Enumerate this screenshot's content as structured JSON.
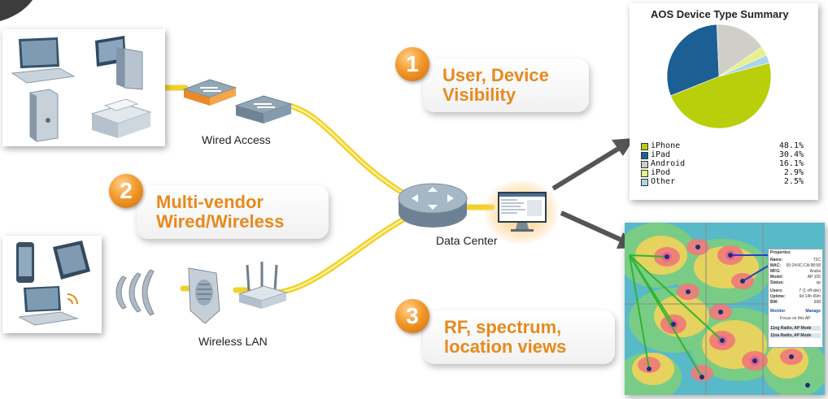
{
  "labels": {
    "wired_access": "Wired Access",
    "wireless_lan": "Wireless LAN",
    "data_center": "Data Center"
  },
  "callouts": [
    {
      "number": "1",
      "line1": "User, Device",
      "line2": "Visibility"
    },
    {
      "number": "2",
      "line1": "Multi-vendor",
      "line2": "Wired/Wireless"
    },
    {
      "number": "3",
      "line1": "RF, spectrum,",
      "line2": "location views"
    }
  ],
  "colors": {
    "link": "#f2d12a",
    "callout_text": "#e8891d",
    "arrow": "#555555"
  },
  "icons": [
    "laptop-icon",
    "desktop-tower-icon",
    "server-icon",
    "printer-icon",
    "switch-icon",
    "router-icon",
    "monitor-icon",
    "smartphone-icon",
    "tablet-icon",
    "access-point-icon",
    "wireless-router-icon",
    "signal-waves-icon"
  ],
  "chart_data": {
    "type": "pie",
    "title": "AOS Device Type Summary",
    "categories": [
      "iPhone",
      "iPad",
      "Android",
      "iPod",
      "Other"
    ],
    "values": [
      48.1,
      30.4,
      16.1,
      2.9,
      2.5
    ],
    "labels": [
      "48.1%",
      "30.4%",
      "16.1%",
      "2.9%",
      "2.5%"
    ],
    "colors": [
      "#b9cf0c",
      "#1b5f95",
      "#cfcfc7",
      "#e6f08c",
      "#a9d6ec"
    ]
  },
  "heatmap_panel": {
    "props_title": "Properties",
    "rows": [
      [
        "Name:",
        "72C"
      ],
      [
        "MAC:",
        "00:24:6C:CA:98:58"
      ],
      [
        "MFG:",
        "Aruba"
      ],
      [
        "Model:",
        "AP 105"
      ],
      [
        "Status:",
        "up"
      ],
      [
        "Users:",
        "7 (1 off-site)"
      ],
      [
        "Uptime:",
        "6d 14h 49m"
      ],
      [
        "BW:",
        "398"
      ]
    ],
    "monitor": "Monitor",
    "manage": "Manage",
    "focus": "Focus on this AP",
    "radio1": "11ng Radio, AP Mode",
    "radio2": "11na Radio, AP Mode"
  }
}
